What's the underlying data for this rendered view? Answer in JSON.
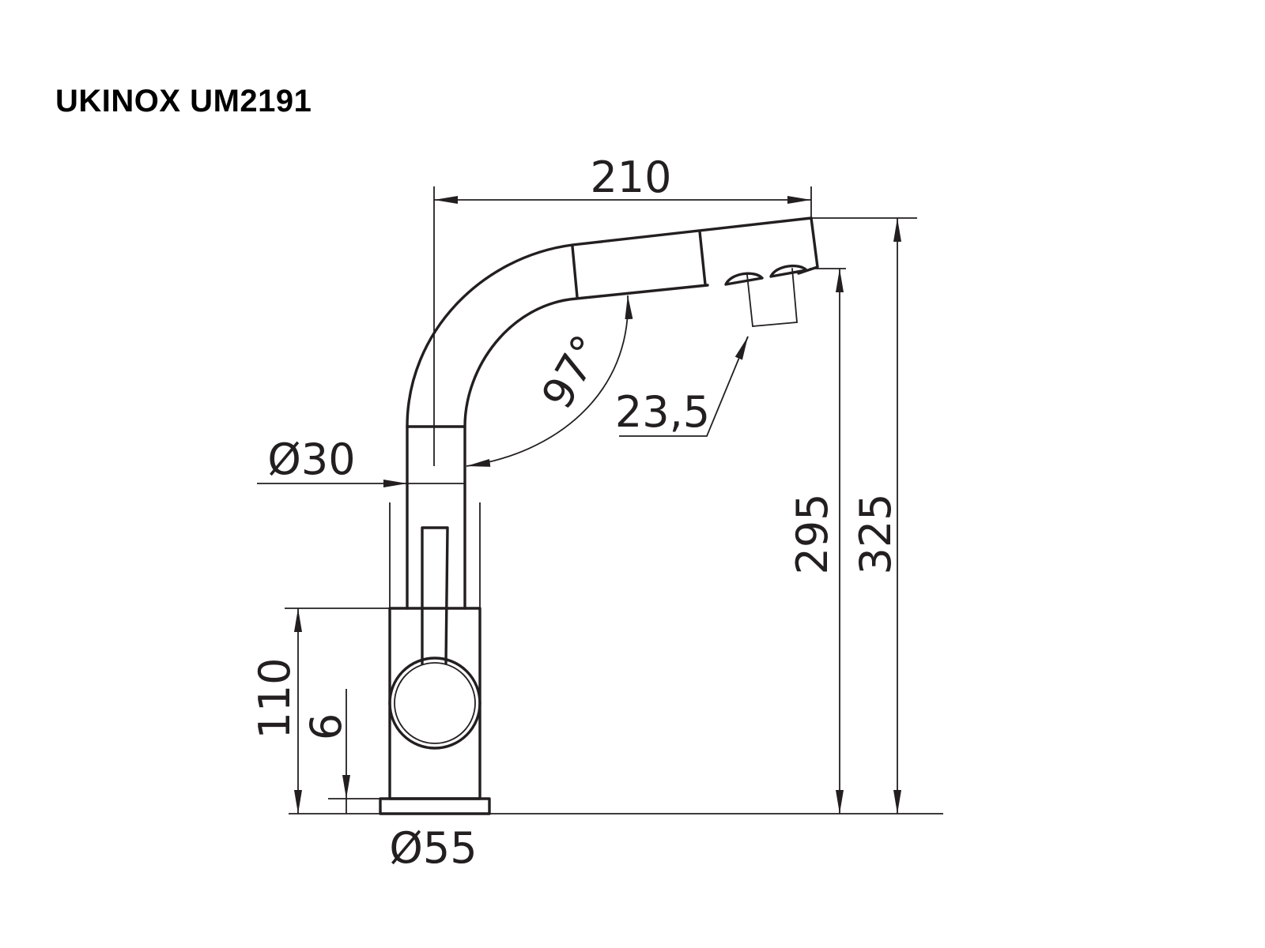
{
  "title": "UKINOX UM2191",
  "dimensions": {
    "spout_reach": "210",
    "total_height": "325",
    "outlet_height": "295",
    "body_height": "110",
    "base_thickness": "6",
    "base_diameter": "Ø55",
    "spout_diameter": "Ø30",
    "spout_angle": "97°",
    "outlet_offset": "23,5"
  },
  "colors": {
    "line": "#231f20",
    "background": "#ffffff"
  }
}
